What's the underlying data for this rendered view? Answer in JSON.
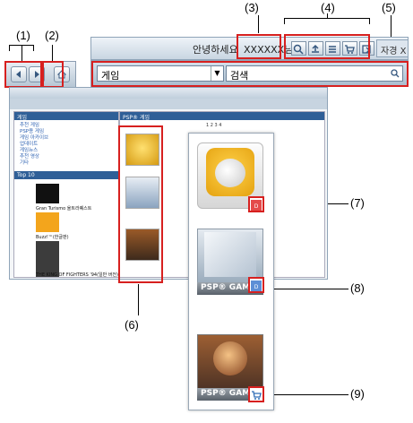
{
  "callouts": [
    "(1)",
    "(2)",
    "(3)",
    "(4)",
    "(5)",
    "(6)",
    "(7)",
    "(8)",
    "(9)"
  ],
  "header": {
    "greeting": "안녕하세요",
    "username": "XXXXXX님!",
    "close_label": "자경 X"
  },
  "search": {
    "category": "게임",
    "placeholder": "검색"
  },
  "colors": {
    "accent": "#d7201f",
    "panel_head": "#2f5f97"
  },
  "window": {
    "left_head": "게임",
    "menu": [
      "추천 게임",
      "PSP용 게임",
      "게임 아카이브",
      "업데이트",
      "게임뉴스",
      "추천 영상",
      "기타"
    ],
    "top10": "Top 10",
    "games": [
      "Gran Turismo 울트라퀘스트",
      "Buzz!™(한글판)",
      "THE KING OF FIGHTERS '94(일반 버전)"
    ],
    "right_head": "PSP® 게임",
    "pagination": "1 2 3 4"
  },
  "popup": {
    "tile_label": "PSP® GAME",
    "badges": [
      "demo-icon",
      "demo-icon",
      "cart-icon"
    ]
  }
}
